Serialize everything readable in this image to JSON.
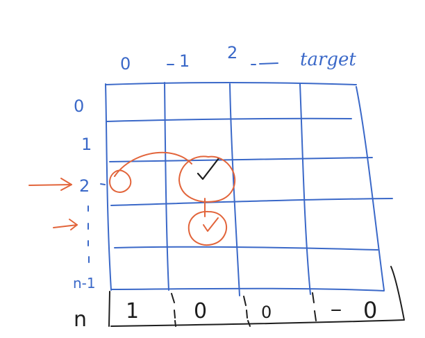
{
  "column_headers": [
    "0",
    "1",
    "2",
    "target"
  ],
  "row_labels": [
    "0",
    "1",
    "2",
    "n-1"
  ],
  "bottom_row": {
    "label": "n",
    "values": [
      "1",
      "0",
      "0",
      "0"
    ]
  },
  "marks": {
    "check": "✓"
  },
  "icons": {
    "arrow": "right-arrow-icon",
    "circle": "circle-highlight-icon",
    "check": "check-mark-icon"
  },
  "colors": {
    "grid_ink": "#3a68c8",
    "annotation_ink": "#e2643a",
    "black_ink": "#1d1d1d"
  }
}
